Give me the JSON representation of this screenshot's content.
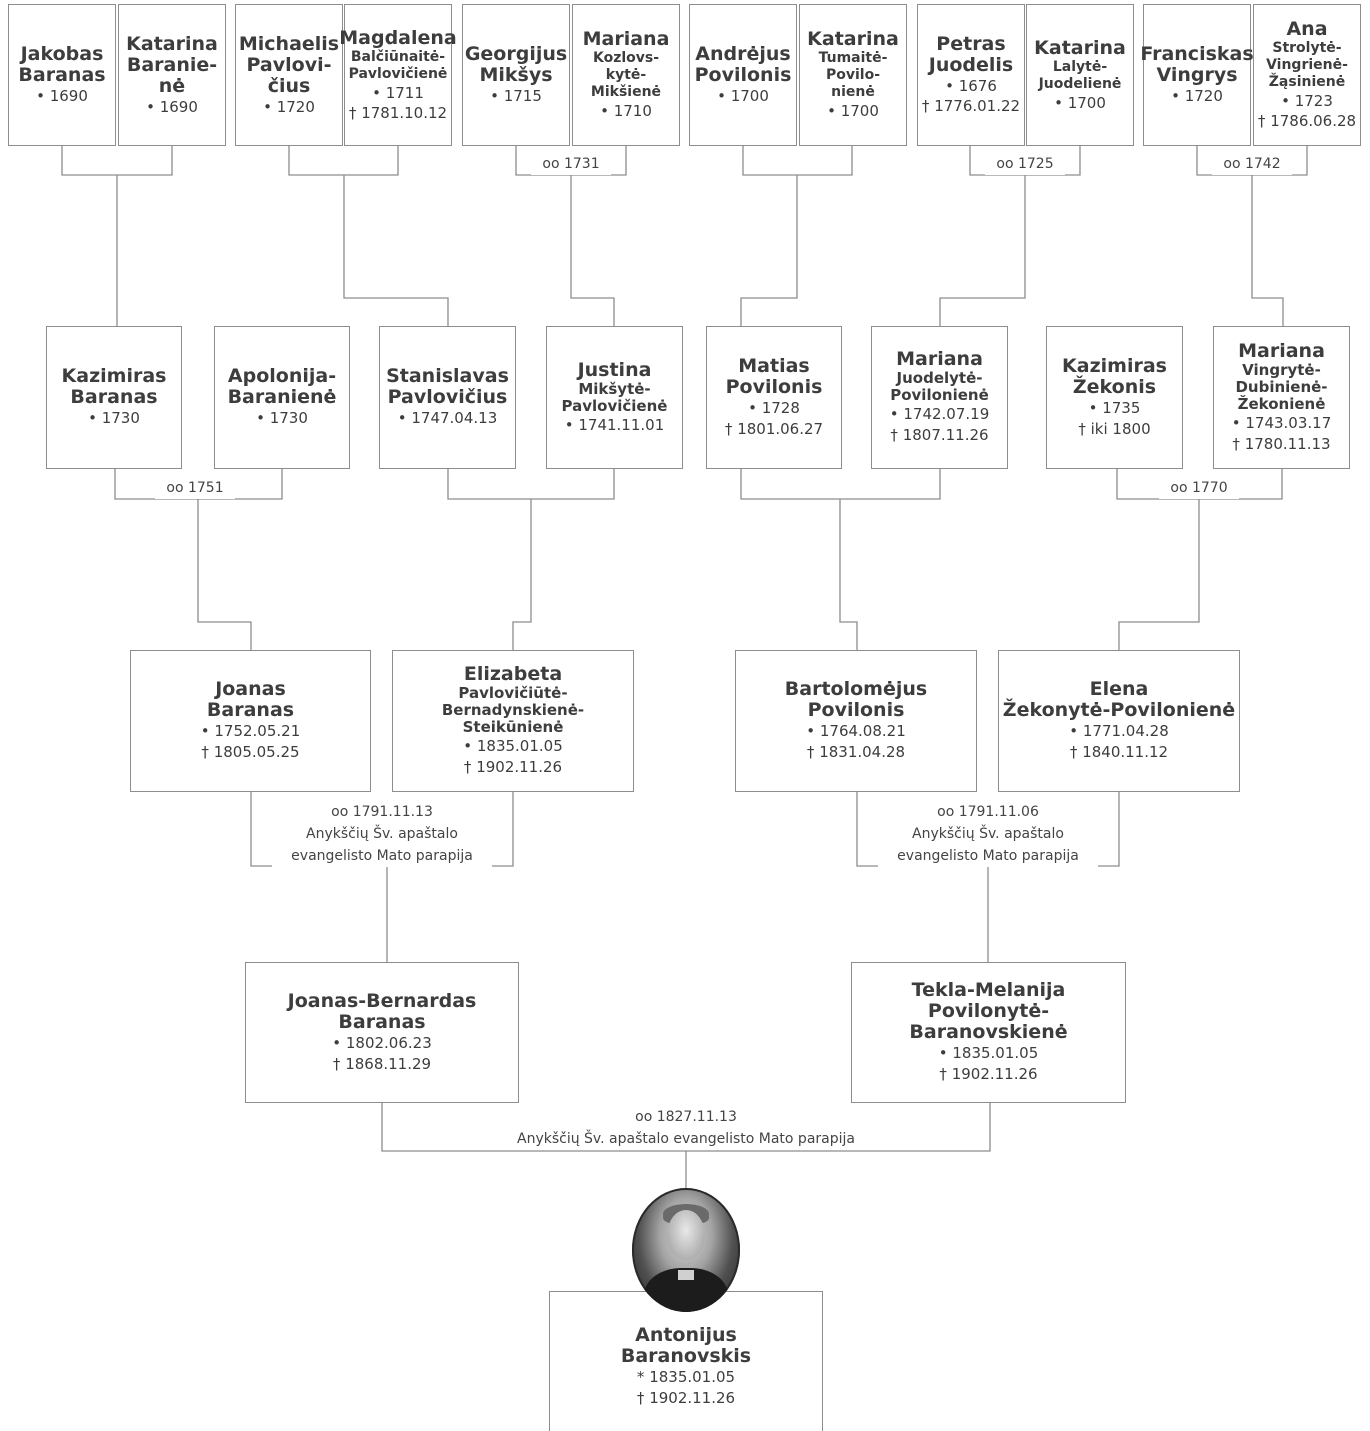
{
  "generation1": [
    {
      "n1": "Jakobas",
      "n2": "Baranas",
      "born": "• 1690"
    },
    {
      "n1": "Katarina",
      "n2": "Baranie-",
      "n3": "nė",
      "born": "• 1690"
    },
    {
      "n1": "Michaelis",
      "n2": "Pavlovi-",
      "n3": "čius",
      "born": "• 1720"
    },
    {
      "n1": "Magdalena",
      "n2": "Balčiūnaitė-",
      "n3": "Pavlovičienė",
      "born": "• 1711",
      "died": "† 1781.10.12"
    },
    {
      "n1": "Georgijus",
      "n2": "Mikšys",
      "born": "• 1715"
    },
    {
      "n1": "Mariana",
      "n2": "Kozlovs-",
      "n3": "kytė-",
      "n4": "Mikšienė",
      "born": "• 1710"
    },
    {
      "n1": "Andrėjus",
      "n2": "Povilonis",
      "born": "• 1700"
    },
    {
      "n1": "Katarina",
      "n2": "Tumaitė-",
      "n3": "Povilo-",
      "n4": "nienė",
      "born": "• 1700"
    },
    {
      "n1": "Petras",
      "n2": "Juodelis",
      "born": "• 1676",
      "died": "† 1776.01.22"
    },
    {
      "n1": "Katarina",
      "n2": "Lalytė-",
      "n3": "Juodelienė",
      "born": "• 1700"
    },
    {
      "n1": "Franciskas",
      "n2": "Vingrys",
      "born": "• 1720"
    },
    {
      "n1": "Ana",
      "n2": "Strolytė-",
      "n3": "Vingrienė-",
      "n4": "Žąsinienė",
      "born": "• 1723",
      "died": "† 1786.06.28"
    }
  ],
  "generation2": [
    {
      "n1": "Kazimiras",
      "n2": "Baranas",
      "born": "• 1730"
    },
    {
      "n1": "Apolonija-",
      "n2": "Baranienė",
      "born": "• 1730"
    },
    {
      "n1": "Stanislavas",
      "n2": "Pavlovičius",
      "born": "• 1747.04.13"
    },
    {
      "n1": "Justina",
      "n2": "Mikšytė-",
      "n3": "Pavlovičienė",
      "born": "• 1741.11.01"
    },
    {
      "n1": "Matias",
      "n2": "Povilonis",
      "born": "• 1728",
      "died": "† 1801.06.27"
    },
    {
      "n1": "Mariana",
      "n2": "Juodelytė-",
      "n3": "Povilonienė",
      "born": "• 1742.07.19",
      "died": "† 1807.11.26"
    },
    {
      "n1": "Kazimiras",
      "n2": "Žekonis",
      "born": "• 1735",
      "died": "† iki 1800"
    },
    {
      "n1": "Mariana",
      "n2": "Vingrytė-",
      "n3": "Dubinienė-",
      "n4": "Žekonienė",
      "born": "• 1743.03.17",
      "died": "† 1780.11.13"
    }
  ],
  "generation3": [
    {
      "n1": "Joanas",
      "n2": "Baranas",
      "born": "• 1752.05.21",
      "died": "† 1805.05.25"
    },
    {
      "n1": "Elizabeta",
      "n2": "Pavlovičiūtė-",
      "n3": "Bernadynskienė-",
      "n4": "Steikūnienė",
      "born": "• 1835.01.05",
      "died": "† 1902.11.26"
    },
    {
      "n1": "Bartolomėjus",
      "n2": "Povilonis",
      "born": "• 1764.08.21",
      "died": "† 1831.04.28"
    },
    {
      "n1": "Elena",
      "n2": "Žekonytė-Povilonienė",
      "born": "• 1771.04.28",
      "died": "† 1840.11.12"
    }
  ],
  "generation4": [
    {
      "n1": "Joanas-Bernardas",
      "n2": "Baranas",
      "born": "• 1802.06.23",
      "died": "† 1868.11.29"
    },
    {
      "n1": "Tekla-Melanija",
      "n2": "Povilonytė-Baranovskienė",
      "born": "• 1835.01.05",
      "died": "† 1902.11.26"
    }
  ],
  "subject": {
    "n1": "Antonijus",
    "n2": "Baranovskis",
    "born": "* 1835.01.05",
    "died": "† 1902.11.26",
    "portrait": "portrait-photo"
  },
  "marriages": {
    "g1": [
      "oo 1731",
      "oo 1725",
      "oo 1742"
    ],
    "g2": [
      "oo 1751",
      "oo 1770"
    ],
    "g3_left": {
      "date": "oo 1791.11.13",
      "place1": "Anykščių Šv. apaštalo",
      "place2": "evangelisto Mato parapija"
    },
    "g3_right": {
      "date": "oo 1791.11.06",
      "place1": "Anykščių Šv. apaštalo",
      "place2": "evangelisto Mato parapija"
    },
    "g4": {
      "date": "oo 1827.11.13",
      "place": "Anykščių Šv. apaštalo evangelisto Mato parapija"
    }
  },
  "colors": {
    "line": "#8d8d8d",
    "text": "#3d3d3d"
  }
}
